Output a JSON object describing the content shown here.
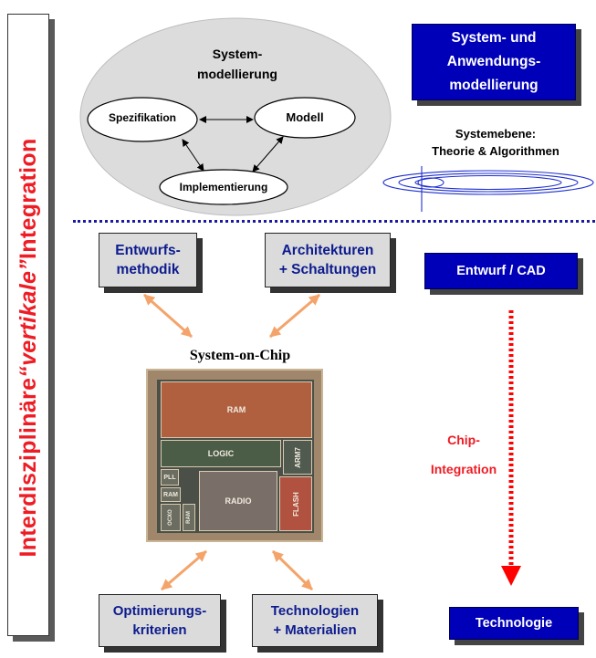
{
  "sidebar": {
    "part1": "Interdisziplinäre ",
    "part2": "“vertikale”",
    "part3": " Integration"
  },
  "system_modeling": {
    "title_line1": "System-",
    "title_line2": "modellierung",
    "nodes": {
      "spec": "Spezifikation",
      "model": "Modell",
      "impl": "Implementierung"
    }
  },
  "top_right": {
    "line1": "System- und",
    "line2": "Anwendungs-",
    "line3": "modellierung"
  },
  "system_level": {
    "line1": "Systemebene:",
    "line2": "Theorie & Algorithmen"
  },
  "design": {
    "methodik_line1": "Entwurfs-",
    "methodik_line2": "methodik",
    "arch_line1": "Architekturen",
    "arch_line2": "+ Schaltungen",
    "cad": "Entwurf / CAD"
  },
  "soc": {
    "title": "System-on-Chip",
    "blocks": {
      "ram_top": "RAM",
      "logic": "LOGIC",
      "arm": "ARM7",
      "pll": "PLL",
      "ram_left": "RAM",
      "radio": "RADIO",
      "flash": "FLASH",
      "ocxo": "OCXO",
      "ram_small": "RAM"
    }
  },
  "chip_integration": {
    "line1": "Chip-",
    "line2": "Integration"
  },
  "bottom": {
    "opt_line1": "Optimierungs-",
    "opt_line2": "kriterien",
    "tech_line1": "Technologien",
    "tech_line2": "+ Materialien",
    "technologie": "Technologie"
  },
  "colors": {
    "accent_blue": "#0000b8",
    "red": "#ee1c24",
    "box_gray": "#dbdbdb",
    "arrow": "#f4a46a"
  }
}
